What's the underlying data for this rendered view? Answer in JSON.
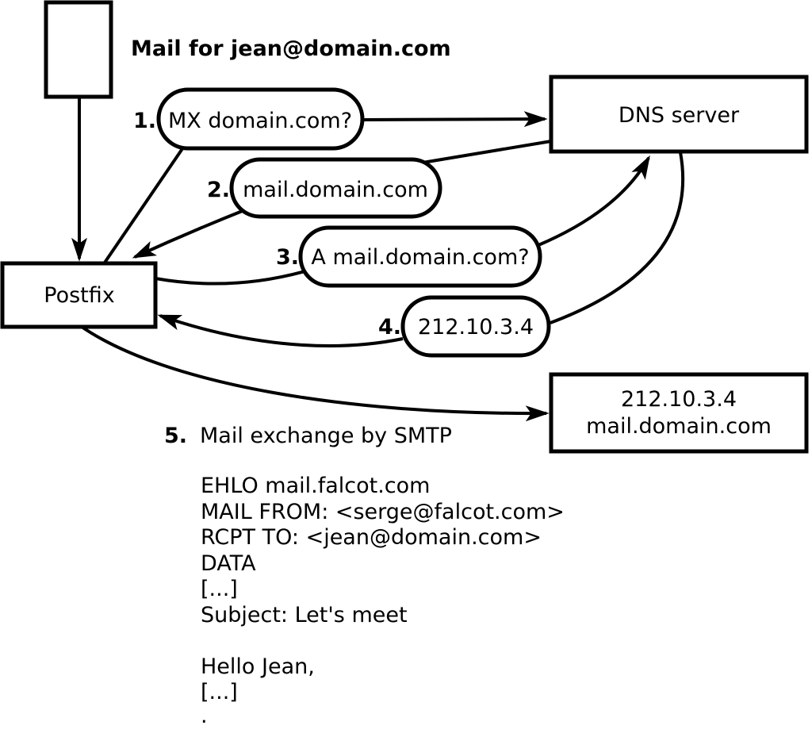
{
  "title": "Mail for jean@domain.com",
  "nodes": {
    "postfix": {
      "label": "Postfix"
    },
    "dns": {
      "label": "DNS server"
    },
    "mailserver": {
      "line1": "212.10.3.4",
      "line2": "mail.domain.com"
    }
  },
  "steps": [
    {
      "num": "1.",
      "label": "MX domain.com?"
    },
    {
      "num": "2.",
      "label": "mail.domain.com"
    },
    {
      "num": "3.",
      "label": "A mail.domain.com?"
    },
    {
      "num": "4.",
      "label": "212.10.3.4"
    },
    {
      "num": "5.",
      "label": "Mail exchange by SMTP"
    }
  ],
  "smtp_session": [
    "EHLO mail.falcot.com",
    "MAIL FROM: <serge@falcot.com>",
    "RCPT TO: <jean@domain.com>",
    "DATA",
    "[...]",
    "Subject: Let's meet",
    "",
    "Hello Jean,",
    "[...]",
    "."
  ],
  "colors": {
    "stroke": "#000000",
    "background": "#ffffff"
  }
}
